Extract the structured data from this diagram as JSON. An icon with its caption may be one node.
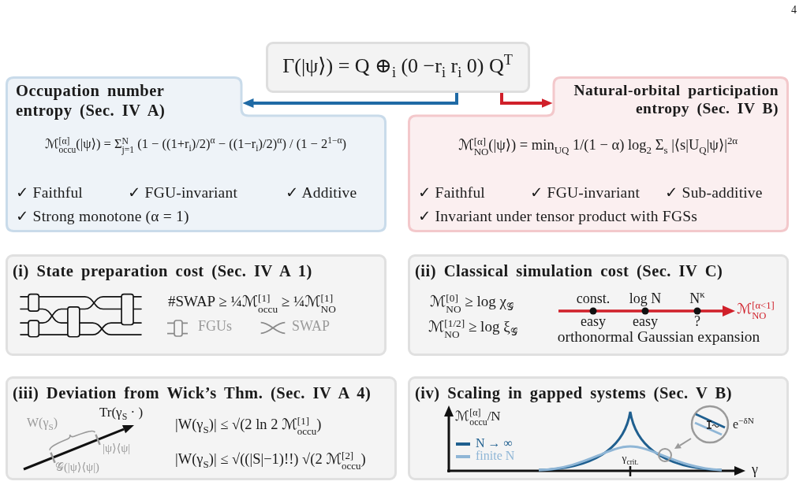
{
  "diagram": {
    "nodes": [
      {
        "text": [
          "Γ(|ψ⟩) = Q ⊕$_{i}$ (0 −r$_{i}$ r$_{i}$ 0) Q$^{T}$"
        ]
      },
      {
        "text": [
          "Occupation number entropy (Sec. IV A)",
          "ℳ$^{[α]}$$_{occu}$(|ψ⟩) = Σ$^{N}$$_{j=1}$ (1 − ((1+r$_{i}$)/2)$^{α}$ − ((1−r$_{i}$)/2)$^{α}$) / (1 − 2$^{1−α}$)",
          "✓ Faithful",
          "✓ FGU-invariant",
          "✓ Additive",
          "✓ Strong monotone (α = 1)"
        ]
      },
      {
        "text": [
          "Natural-orbital participation entropy (Sec. IV B)",
          "ℳ$^{[α]}$$_{NO}$(|ψ⟩) = min$_{UQ}$ 1/(1 − α) log$_{2}$ Σ$_{s}$ |⟨s|U$_{Q}$|ψ⟩|$^{2α}$",
          "✓ Faithful",
          "✓ FGU-invariant",
          "✓ Sub-additive",
          "✓ Invariant under tensor product with FGSs"
        ]
      },
      {
        "text": [
          "(i) State preparation cost (Sec. IV A 1)",
          "#SWAP ≥ ¼ℳ$^{[1]}$$_{occu}$ ≥ ¼ℳ$^{[1]}$$_{NO}$"
        ]
      },
      {
        "text": [
          "(ii) Classical simulation cost (Sec. IV C)",
          "ℳ$^{[0]}$$_{NO}$ ≥ log χ$_{𝒢}$",
          "ℳ$^{[1/2]}$$_{NO}$ ≥ log ξ$_{𝒢}$"
        ]
      },
      {
        "text": [
          "(iii) Deviation from Wick’s Thm. (Sec. IV A 4)",
          "|W(γ$_{S}$)| ≤ √(2 ln 2 ℳ$^{[1]}$$_{occu}$)",
          "|W(γ$_{S}$)| ≤ √((|S|−1)!!) √(2 ℳ$^{[2]}$$_{occu}$)"
        ]
      },
      {
        "text": [
          "(iv) Scaling in gapped systems (Sec. V B)"
        ]
      }
    ],
    "edges": [
      {
        "from": 0,
        "to": 1,
        "arrow": "to",
        "color": "#1f6aa5"
      },
      {
        "from": 0,
        "to": 2,
        "arrow": "to",
        "color": "#d0202a"
      }
    ],
    "labels": [
      "4",
      "const.",
      "log N",
      "N$^{κ}$",
      "easy",
      "easy",
      "?",
      "orthonormal Gaussian expansion",
      "ℳ$^{[α<1]}$$_{NO}$",
      "Tr(γ$_{S}$ · )",
      "W(γ$_{S}$)",
      "|ψ⟩⟨ψ|",
      "𝒢(|ψ⟩⟨ψ|)",
      "ℳ$^{[α]}$$_{occu}$/N",
      "e$^{−δN}$",
      "γ$_{crit.}$",
      "γ"
    ],
    "legend": [
      {
        "text": "FGUs"
      },
      {
        "text": "SWAP"
      },
      {
        "text": "N → ∞"
      },
      {
        "text": "finite N"
      }
    ]
  }
}
